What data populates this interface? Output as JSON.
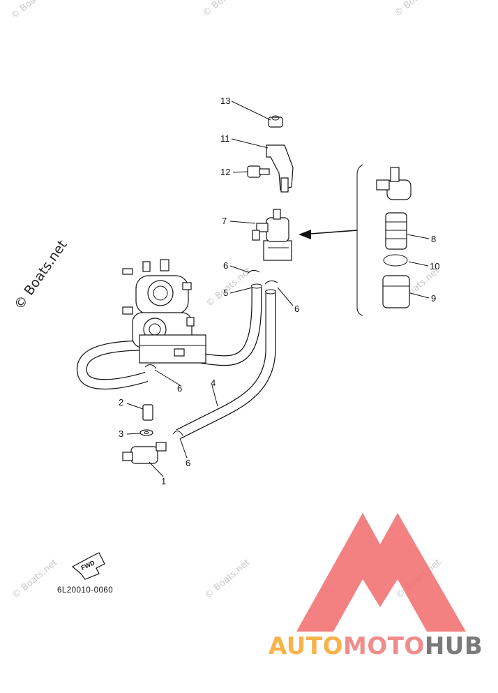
{
  "watermarks": {
    "text": "© Boats.net",
    "large_text": "© Boats.net"
  },
  "callouts": {
    "c1": "1",
    "c2": "2",
    "c3": "3",
    "c4": "4",
    "c5": "5",
    "c6a": "6",
    "c6b": "6",
    "c6c": "6",
    "c6d": "6",
    "c7": "7",
    "c8": "8",
    "c9": "9",
    "c10": "10",
    "c11": "11",
    "c12": "12",
    "c13": "13"
  },
  "fwd_label": "FWD",
  "diagram_code": "6L20010-0060",
  "brand": {
    "part1": "AUTO",
    "part2": "MOTO",
    "part3": "HUB",
    "color1": "#f7b24a",
    "color2": "#f08c8c",
    "color3": "#7a7a7a",
    "logo_color": "#f26b6b"
  }
}
